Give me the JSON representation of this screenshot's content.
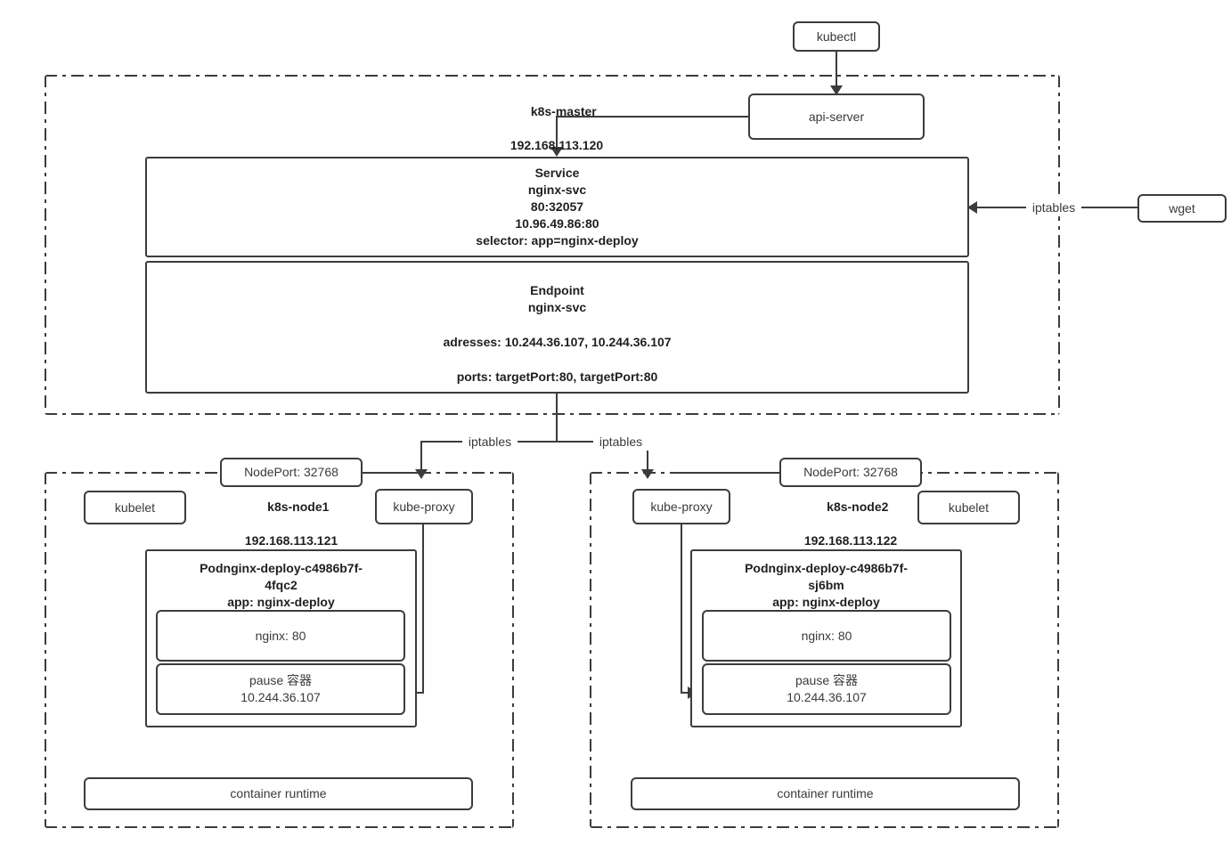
{
  "diagram": {
    "title": "Kubernetes NodePort Service traffic flow",
    "colors": {
      "stroke": "#3c3c3c",
      "text": "#3a3a3a",
      "bold_text": "#1f1f1f",
      "background": "#ffffff"
    }
  },
  "external": {
    "kubectl": "kubectl",
    "wget": "wget",
    "iptables_wget_label": "iptables"
  },
  "master": {
    "name": "k8s-master",
    "ip": "192.168.113.120",
    "api_server": "api-server",
    "service": {
      "kind": "Service",
      "name": "nginx-svc",
      "ports": "80:32057",
      "cluster_ip": "10.96.49.86:80",
      "selector": "selector: app=nginx-deploy"
    },
    "endpoint": {
      "kind": "Endpoint",
      "name": "nginx-svc",
      "addresses": "adresses: 10.244.36.107, 10.244.36.107",
      "ports": "ports: targetPort:80, targetPort:80"
    }
  },
  "branch_labels": {
    "left": "iptables",
    "right": "iptables"
  },
  "nodes": [
    {
      "id": "node1",
      "name": "k8s-node1",
      "ip": "192.168.113.121",
      "nodeport": "NodePort: 32768",
      "kubelet": "kubelet",
      "kube_proxy": "kube-proxy",
      "container_runtime": "container runtime",
      "pod": {
        "title_line1": "Podnginx-deploy-c4986b7f-",
        "title_line2": "4fqc2",
        "app_label": "app: nginx-deploy",
        "containers": [
          {
            "name": "nginx: 80"
          },
          {
            "name": "pause 容器",
            "ip": "10.244.36.107"
          }
        ]
      }
    },
    {
      "id": "node2",
      "name": "k8s-node2",
      "ip": "192.168.113.122",
      "nodeport": "NodePort: 32768",
      "kubelet": "kubelet",
      "kube_proxy": "kube-proxy",
      "container_runtime": "container runtime",
      "pod": {
        "title_line1": "Podnginx-deploy-c4986b7f-",
        "title_line2": "sj6bm",
        "app_label": "app: nginx-deploy",
        "containers": [
          {
            "name": "nginx: 80"
          },
          {
            "name": "pause 容器",
            "ip": "10.244.36.107"
          }
        ]
      }
    }
  ]
}
